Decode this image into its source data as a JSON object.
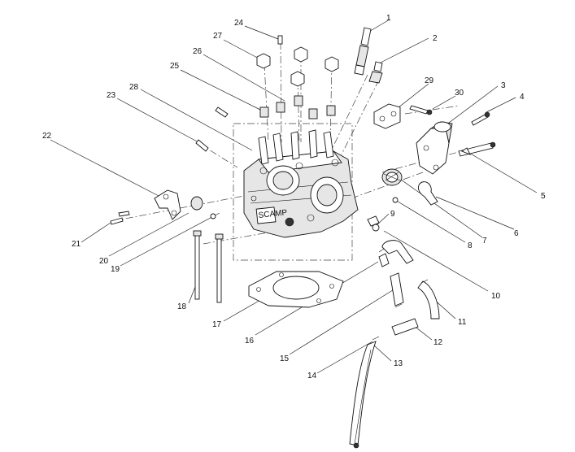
{
  "callouts": [
    "1",
    "2",
    "3",
    "4",
    "5",
    "6",
    "7",
    "8",
    "9",
    "10",
    "11",
    "12",
    "13",
    "14",
    "15",
    "16",
    "17",
    "18",
    "19",
    "20",
    "21",
    "22",
    "23",
    "24",
    "25",
    "26",
    "27",
    "28",
    "29",
    "30"
  ],
  "decal_text": "SCAMP"
}
